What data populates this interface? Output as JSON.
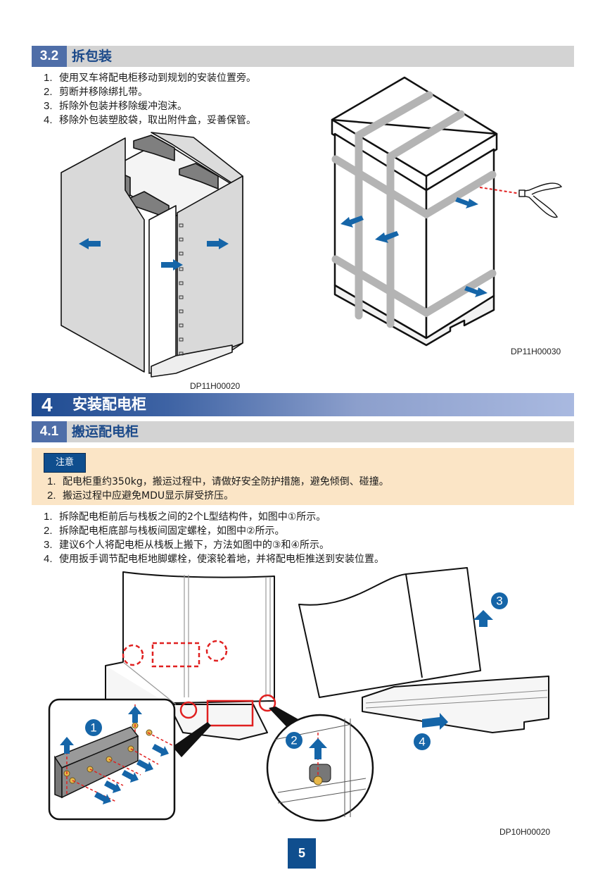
{
  "section_3_2": {
    "number": "3.2",
    "title": "拆包装",
    "steps": [
      {
        "n": "1.",
        "text": "使用叉车将配电柜移动到规划的安装位置旁。"
      },
      {
        "n": "2.",
        "text": "剪断并移除绑扎带。"
      },
      {
        "n": "3.",
        "text": "拆除外包装并移除缓冲泡沫。"
      },
      {
        "n": "4.",
        "text": "移除外包装塑胶袋，取出附件盒，妥善保管。"
      }
    ],
    "figure_left_code": "DP11H00020",
    "figure_right_code": "DP11H00030"
  },
  "chapter_4": {
    "number": "4",
    "title": "安装配电柜"
  },
  "section_4_1": {
    "number": "4.1",
    "title": "搬运配电柜",
    "notice": {
      "label": "注意",
      "items": [
        {
          "n": "1.",
          "text": "配电柜重约350kg，搬运过程中，请做好安全防护措施，避免倾倒、碰撞。"
        },
        {
          "n": "2.",
          "text": "搬运过程中应避免MDU显示屏受挤压。"
        }
      ]
    },
    "steps": [
      {
        "n": "1.",
        "text": "拆除配电柜前后与栈板之间的2个L型结构件，如图中①所示。"
      },
      {
        "n": "2.",
        "text": "拆除配电柜底部与栈板间固定螺栓，如图中②所示。"
      },
      {
        "n": "3.",
        "text": "建议6个人将配电柜从栈板上搬下，方法如图中的③和④所示。"
      },
      {
        "n": "4.",
        "text": "使用扳手调节配电柜地脚螺栓，使滚轮着地，并将配电柜推送到安装位置。"
      }
    ],
    "figure_code": "DP10H00020",
    "callouts": [
      "1",
      "2",
      "3",
      "4"
    ]
  },
  "page": {
    "number": "5"
  },
  "colors": {
    "section_num_bg": "#4f6ea8",
    "section_title": "#1c4a8a",
    "section_bar_bg": "#d3d3d3",
    "notice_bg": "#fbe5c6",
    "notice_badge": "#0f4e8e",
    "arrow_blue": "#1565a8",
    "strap_gray": "#b4b4b4",
    "dashed_red": "#e02020",
    "page_num_bg": "#0f4e8e"
  }
}
